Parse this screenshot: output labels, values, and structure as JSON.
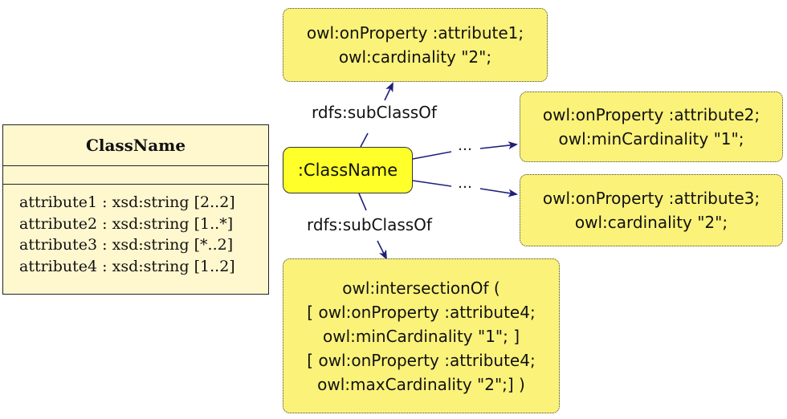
{
  "uml_class": {
    "name": "ClassName",
    "attributes": [
      "attribute1 : xsd:string [2..2]",
      "attribute2 : xsd:string [1..*]",
      "attribute3 : xsd:string [*..2]",
      "attribute4 : xsd:string [1..2]"
    ]
  },
  "center_node": {
    "label": ":ClassName"
  },
  "edge_labels": {
    "top": "rdfs:subClassOf",
    "bottom": "rdfs:subClassOf",
    "ellipsis": "…"
  },
  "boxes": {
    "top": {
      "lines": [
        "owl:onProperty :attribute1;",
        "owl:cardinality \"2\";"
      ]
    },
    "right1": {
      "lines": [
        "owl:onProperty :attribute2;",
        "owl:minCardinality \"1\";"
      ]
    },
    "right2": {
      "lines": [
        "owl:onProperty :attribute3;",
        "owl:cardinality \"2\";"
      ]
    },
    "bottom": {
      "lines": [
        "owl:intersectionOf (",
        "[ owl:onProperty :attribute4;",
        "owl:minCardinality \"1\"; ]",
        "[ owl:onProperty :attribute4;",
        "owl:maxCardinality \"2\";] )"
      ]
    }
  },
  "colors": {
    "arrow": "#1f1f7a",
    "box_fill": "#fbf27a",
    "center_fill": "#ffff2a",
    "uml_fill": "#fff8cf"
  }
}
